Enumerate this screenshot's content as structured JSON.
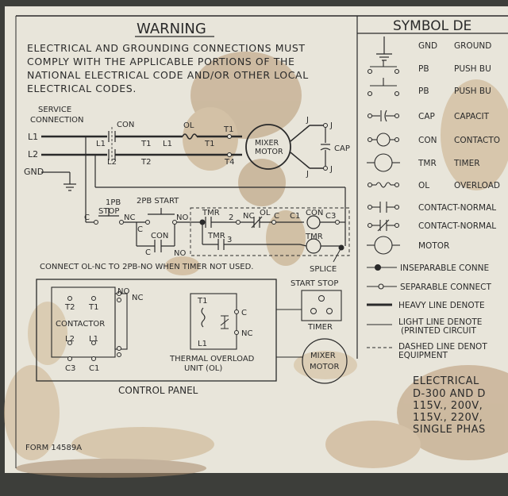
{
  "warning": {
    "title": "WARNING",
    "lines": [
      "ELECTRICAL AND GROUNDING CONNECTIONS MUST",
      "COMPLY WITH THE APPLICABLE PORTIONS OF THE",
      "NATIONAL ELECTRICAL CODE AND/OR OTHER LOCAL",
      "ELECTRICAL CODES."
    ]
  },
  "symbols": {
    "title": "SYMBOL DE",
    "rows": [
      {
        "code": "GND",
        "desc": "GROUND",
        "icon": "ground-icon"
      },
      {
        "code": "PB",
        "desc": "PUSH BU",
        "icon": "push-button-nc-icon"
      },
      {
        "code": "PB",
        "desc": "PUSH BU",
        "icon": "push-button-no-icon"
      },
      {
        "code": "CAP",
        "desc": "CAPACIT",
        "icon": "capacitor-icon"
      },
      {
        "code": "CON",
        "desc": "CONTACTO",
        "icon": "contactor-coil-icon"
      },
      {
        "code": "TMR",
        "desc": "TIMER",
        "icon": "timer-icon"
      },
      {
        "code": "OL",
        "desc": "OVERLOAD",
        "icon": "overload-icon"
      },
      {
        "code": "",
        "desc": "CONTACT-NORMAL",
        "icon": "contact-no-icon"
      },
      {
        "code": "",
        "desc": "CONTACT-NORMAL",
        "icon": "contact-nc-icon"
      },
      {
        "code": "MOTOR",
        "desc": "",
        "icon": "motor-icon"
      },
      {
        "code": "",
        "desc": "INSEPARABLE CONNE",
        "icon": "inseparable-connection-icon"
      },
      {
        "code": "",
        "desc": "SEPARABLE CONNECT",
        "icon": "separable-connection-icon"
      },
      {
        "code": "",
        "desc": "HEAVY LINE DENOTE",
        "icon": "heavy-line-icon"
      },
      {
        "code": "",
        "desc": "LIGHT LINE DENOTE",
        "desc2": "(PRINTED CIRCUIT",
        "icon": "light-line-icon"
      },
      {
        "code": "",
        "desc": "DASHED LINE DENOT",
        "desc2": "EQUIPMENT",
        "icon": "dashed-line-icon"
      }
    ]
  },
  "schematic": {
    "service_connection": "SERVICE",
    "service_connection2": "CONNECTION",
    "l1": "L1",
    "l2": "L2",
    "gnd": "GND",
    "con_label": "CON",
    "ol_label": "OL",
    "t1a": "T1",
    "l1b": "L1",
    "t1b": "T1",
    "t1c": "T1",
    "l2b": "L2",
    "t2": "T2",
    "t4": "T4",
    "l1a": "L1",
    "mixer_motor1": "MIXER",
    "mixer_motor2": "MOTOR",
    "cap": "CAP",
    "j1": "J",
    "j2": "J",
    "j3": "J",
    "j4": "J",
    "pb_stop1": "1PB",
    "pb_stop2": "STOP",
    "pb_start": "2PB START",
    "c1": "C",
    "nc1": "NC",
    "c2": "C",
    "no1": "NO",
    "c3": "C",
    "no2": "NO",
    "con2": "CON",
    "tmr1": "TMR",
    "tmr2": "TMR",
    "two": "2",
    "three": "3",
    "nc2": "NC",
    "ol2": "OL",
    "c4": "C",
    "c5": "C1",
    "con3": "CON",
    "c6": "C3",
    "tmr3": "TMR",
    "note": "CONNECT OL-NC TO 2PB-NO WHEN TIMER NOT USED.",
    "splice": "SPLICE"
  },
  "panel": {
    "t2": "T2",
    "t1": "T1",
    "contactor": "CONTACTOR",
    "l2": "L2",
    "l1": "L1",
    "c3": "C3",
    "c1": "C1",
    "no": "NO",
    "nc": "NC",
    "ol_t1": "T1",
    "ol_l1": "L1",
    "ol_c": "C",
    "ol_nc": "NC",
    "thermal1": "THERMAL OVERLOAD",
    "thermal2": "UNIT (OL)",
    "start_stop": "START STOP",
    "timer": "TIMER",
    "mixer1": "MIXER",
    "mixer2": "MOTOR",
    "control_panel": "CONTROL PANEL"
  },
  "electrical": {
    "line1": "ELECTRICAL",
    "line2": "D-300 AND D",
    "line3": "115V., 200V,",
    "line4": "115V., 220V,",
    "line5": "SINGLE PHAS"
  },
  "form": "FORM 14589A",
  "colors": {
    "plate": "#e9e6dc",
    "ink": "#2a2a2a",
    "stain": "#b89a6e",
    "frame": "#3a3b38"
  }
}
